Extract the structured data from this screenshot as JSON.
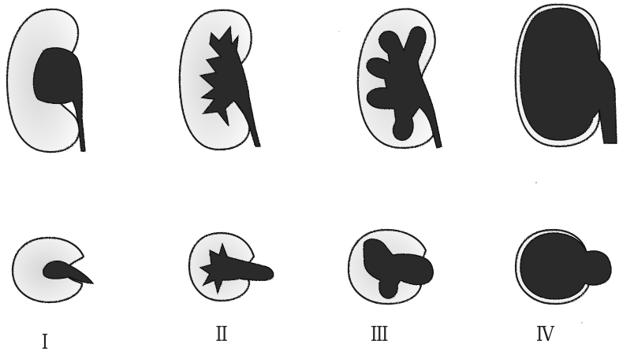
{
  "grades": [
    {
      "label": "I"
    },
    {
      "label": "II"
    },
    {
      "label": "III"
    },
    {
      "label": "IV"
    }
  ],
  "colors": {
    "parenchyma": "#e9e9e9",
    "collecting_system": "#2a2a2a",
    "outline": "#1a1a1a",
    "background": "#ffffff"
  }
}
